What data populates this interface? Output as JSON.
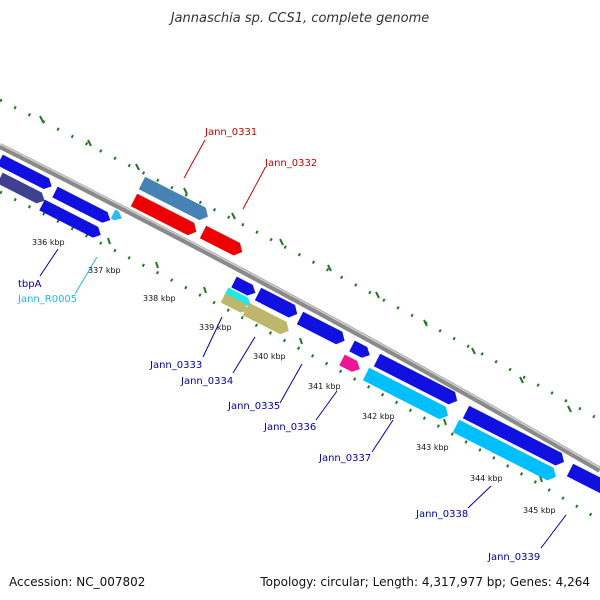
{
  "title": "Jannaschia sp. CCS1, complete genome",
  "footer": {
    "accession": "Accession: NC_007802",
    "topology": "Topology: circular; Length: 4,317,977 bp; Genes: 4,264"
  },
  "colors": {
    "backbone": "#8a8a8a",
    "ticks": "#1f7a1f",
    "label_red": "#cc0000",
    "label_blue": "#0000aa",
    "label_cyan": "#20b8e8"
  },
  "scale_marks": [
    "336 kbp",
    "337 kbp",
    "338 kbp",
    "339 kbp",
    "340 kbp",
    "341 kbp",
    "342 kbp",
    "343 kbp",
    "344 kbp",
    "345 kbp"
  ],
  "features": [
    {
      "label": "Jann_0331",
      "color": "#cc0000"
    },
    {
      "label": "Jann_0332",
      "color": "#cc0000"
    },
    {
      "label": "tbpA",
      "color": "#0000aa"
    },
    {
      "label": "Jann_R0005",
      "color": "#20b8e8"
    },
    {
      "label": "Jann_0333",
      "color": "#0000aa"
    },
    {
      "label": "Jann_0334",
      "color": "#0000aa"
    },
    {
      "label": "Jann_0335",
      "color": "#0000aa"
    },
    {
      "label": "Jann_0336",
      "color": "#0000aa"
    },
    {
      "label": "Jann_0337",
      "color": "#0000aa"
    },
    {
      "label": "Jann_0338",
      "color": "#0000aa"
    },
    {
      "label": "Jann_0339",
      "color": "#0000aa"
    }
  ]
}
